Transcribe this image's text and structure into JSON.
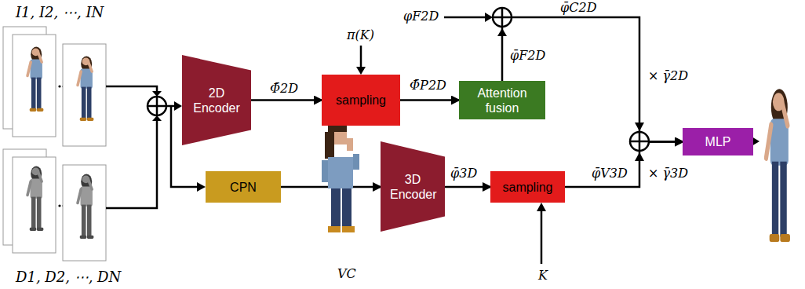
{
  "diagram": {
    "nodes": [
      {
        "text": [
          "2D Encoder"
        ]
      },
      {
        "text": [
          "sampling"
        ]
      },
      {
        "text": [
          "Attention fusion"
        ]
      },
      {
        "text": [
          "CPN"
        ]
      },
      {
        "text": [
          "3D Encoder"
        ]
      },
      {
        "text": [
          "sampling"
        ]
      },
      {
        "text": [
          "MLP"
        ]
      }
    ],
    "edges": [
      {
        "from": 0,
        "to": 1,
        "arrow": "to",
        "label": "Φ̄2D"
      },
      {
        "from": 1,
        "to": 2,
        "arrow": "to",
        "label": "Φ̄P2D"
      },
      {
        "from": 2,
        "to": 6,
        "arrow": "to",
        "label": "φ̄C2D"
      },
      {
        "from": 3,
        "to": 4,
        "arrow": "to"
      },
      {
        "from": 4,
        "to": 5,
        "arrow": "to",
        "label": "φ̄3D"
      },
      {
        "from": 5,
        "to": 6,
        "arrow": "to",
        "label": "φ̄V3D"
      }
    ],
    "labels": [
      "I1, I2, ⋯, IN",
      "D1, D2, ⋯, DN",
      "π(K)",
      "φF2D",
      "φ̄F2D",
      "× γ̄2D",
      "× γ̄3D",
      "K",
      "VC"
    ]
  }
}
